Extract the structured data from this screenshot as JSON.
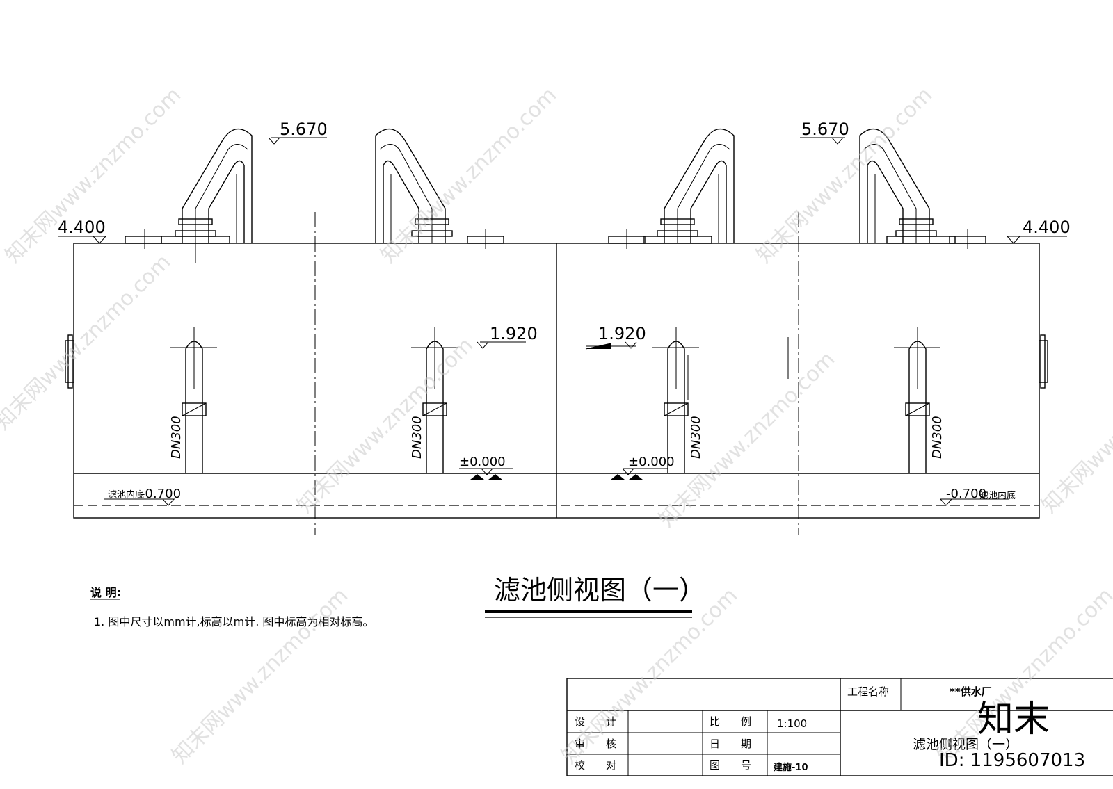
{
  "drawing": {
    "title": "滤池侧视图（一）",
    "elevations": {
      "top_pipe": "5.670",
      "wall_top": "4.400",
      "outlet": "1.920",
      "datum": "±0.000",
      "bottom": "-0.700"
    },
    "pipe_size": "DN300",
    "bottom_label": "滤池内底",
    "notes_heading": "说 明:",
    "notes": [
      "1. 图中尺寸以mm计,标高以m计. 图中标高为相对标高。"
    ]
  },
  "title_block": {
    "project_label": "工程名称",
    "project_name": "**供水厂",
    "design_label": "设　　计",
    "review_label": "审　　核",
    "check_label": "校　　对",
    "scale_label": "比　　例",
    "scale_value": "1:100",
    "date_label": "日　　期",
    "drawing_no_label": "图　　号",
    "drawing_no_value": "建施-10",
    "drawing_name": "滤池侧视图（一）"
  },
  "watermark": {
    "site": "知末网www.znzmo.com",
    "logo": "知末",
    "id": "ID: 1195607013"
  }
}
